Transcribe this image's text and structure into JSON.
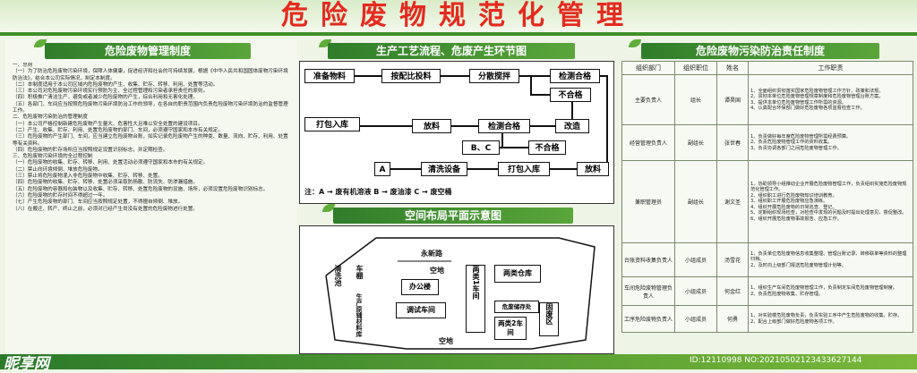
{
  "title": "危险废物规范化管理",
  "left": {
    "heading": "危险废物管理制度",
    "text": "一、总则\n（一）为了防治危险废物污染环境，保障人体健康，促进经济和社会的可持续发展，根据《中华人民共和国固体废物污染环境防治法》，结合本公司实际情况，制定本制度。\n（二）本制度适用于本公司区域内危险废物的产生、收集、贮存、转移、利用、处置等活动。\n（三）本公司对危险废物污染环境实行预防为主、全过程管理和污染者承担责任的原则。\n（四）积极推广清洁生产，避免或者减少危险废物的产生，综合利用和无害化处理。\n（五）各部门、车间应当按照危险废物污染环境防治工作的领导，在各自的职责范围内负责危险废物污染环境防治的监督管理工作。\n二、危险废物污染防治的管理制度\n（一）本公司严格控制新建危险废物产生量大、危害性大且难以安全处置的建设项目。\n（二）产生、收集、贮存、利用、处置危险废物的部门、车间，必须遵守国家和本市有关规定。\n（三）危险废物的产生部门、车间，应当建立危险废物台账，如实记录危险废物产生的种类、数量、流向、贮存、利用、处置等有关资料。\n（四）危险废物的贮存场所应当按照规定设置识别标志，并定期检查。\n三、危险废物污染环境的全过程控制\n（一）危险废物的收集、贮存、转移、利用、处置活动必须遵守国家和本市的有关规定。\n（二）禁止向环境倾倒、堆放危险废物。\n（三）禁止将危险废物混入非危险废物中收集、贮存、转移、处置。\n（四）危险废物的收集、贮存、转移、处置必须采取防扬散、防流失、防渗漏措施。\n（五）危险废物的容器和包装物以及收集、贮存、转移、处置危险废物的设施、场所，必须设置危险废物识别标志。\n（六）危险废物的贮存时间不得超过一年。\n（七）产生危险废物的部门、车间应当按照规定处置，不得擅自倾倒、堆放。\n（八）在搬迁、转产、终止之前，必须对已经产生尚没有处置的危险废物进行处置。"
  },
  "process": {
    "heading": "生产工艺流程、危废产生环节图",
    "boxes": {
      "b1": "准备物料",
      "b2": "按配比投料",
      "b3": "分散搅拌",
      "b4": "检测合格",
      "b5": "不合格",
      "b6": "改造",
      "b7": "检测合格",
      "b8": "放料",
      "b9": "打包入库",
      "b10": "B、C",
      "b11": "不合格",
      "b12": "放料",
      "b13": "打包入库",
      "b14": "清洗设备",
      "b15": "A"
    },
    "note": "注：A → 废有机溶液  B → 废油漆  C → 废空桶"
  },
  "layout": {
    "heading": "空间布局平面示意图",
    "road": "永新路",
    "labels": {
      "l1": "清洗池",
      "l2": "车棚",
      "l3": "生产原辅材料库",
      "l4": "空地",
      "l5": "办公楼",
      "l6": "两类1车间",
      "l7": "两类仓库",
      "l8": "危废储存处",
      "l9": "两类2车间",
      "l10": "固废区",
      "l11": "调试车间",
      "l12": "空地",
      "l13": "生产原辅"
    }
  },
  "duty": {
    "heading": "危险废物污染防治责任制度",
    "headers": [
      "组织部门",
      "组织职位",
      "姓名",
      "工作职责"
    ],
    "rows": [
      {
        "dept": "主要负责人",
        "pos": "组长",
        "name": "谭昊国",
        "task": "1、全面组织贯彻落实国家危险废物管理工作方针、政策和法规。\n2、贯彻本单位危险废物管理规章制度和危险废物管理台账方案。\n3、提供本单位危险废物管理工作所需的资源。\n4、认真配合环保部门做好危险废物各项监督检查工作。"
      },
      {
        "dept": "经营管理负责人",
        "pos": "副组长",
        "name": "张世春",
        "task": "1、负责做好每年度危险废物管理所需经费预算。\n2、负责危险废物管理工作的资料收集。\n3、负责协调各部门之间危险废物管理工作。"
      },
      {
        "dept": "兼职管理员",
        "pos": "副组长",
        "name": "谢文圣",
        "task": "1、协助领导小组推动企业开展危险废物管理工作，负责组织实施危险废物规范化管理工作。\n2、组织职工进行危险废物知识培训教育。\n3、组织职工开展危险废物应急演练。\n4、组织开展危险废物的日常巡查、登记。\n5、定期组织现场检查，对检查中发现的问题及时提出处理意见，督促整改。\n6、组织开展危险废物事故报告、应急工作。"
      },
      {
        "dept": "台账资料收集负责人",
        "pos": "小组成员",
        "name": "汤雪花",
        "task": "1、负责单位危险废物信息收集整理、管理台账记录、转移联单等资料的整理归档。\n2、及时向上级部门报送危险废物管理计划等。"
      },
      {
        "dept": "车间危险废物管理负责人",
        "pos": "小组成员",
        "name": "何金红",
        "task": "1、组织生产车间危险废物管理工作，负责制定车间危险废物管理制度。\n2、负责危险废物收集、贮存管理。"
      },
      {
        "dept": "工序危险废物负责人",
        "pos": "小组成员",
        "name": "何勇",
        "task": "1、对实验楼危险废物负责，负责实验工序中产生危险废物的收集、贮存。\n2、配合上级部门做好危险废物各项工作。"
      }
    ]
  },
  "footer": {
    "watermark": "昵享网",
    "id": "ID:12110998 NO:20210502123433627144"
  }
}
